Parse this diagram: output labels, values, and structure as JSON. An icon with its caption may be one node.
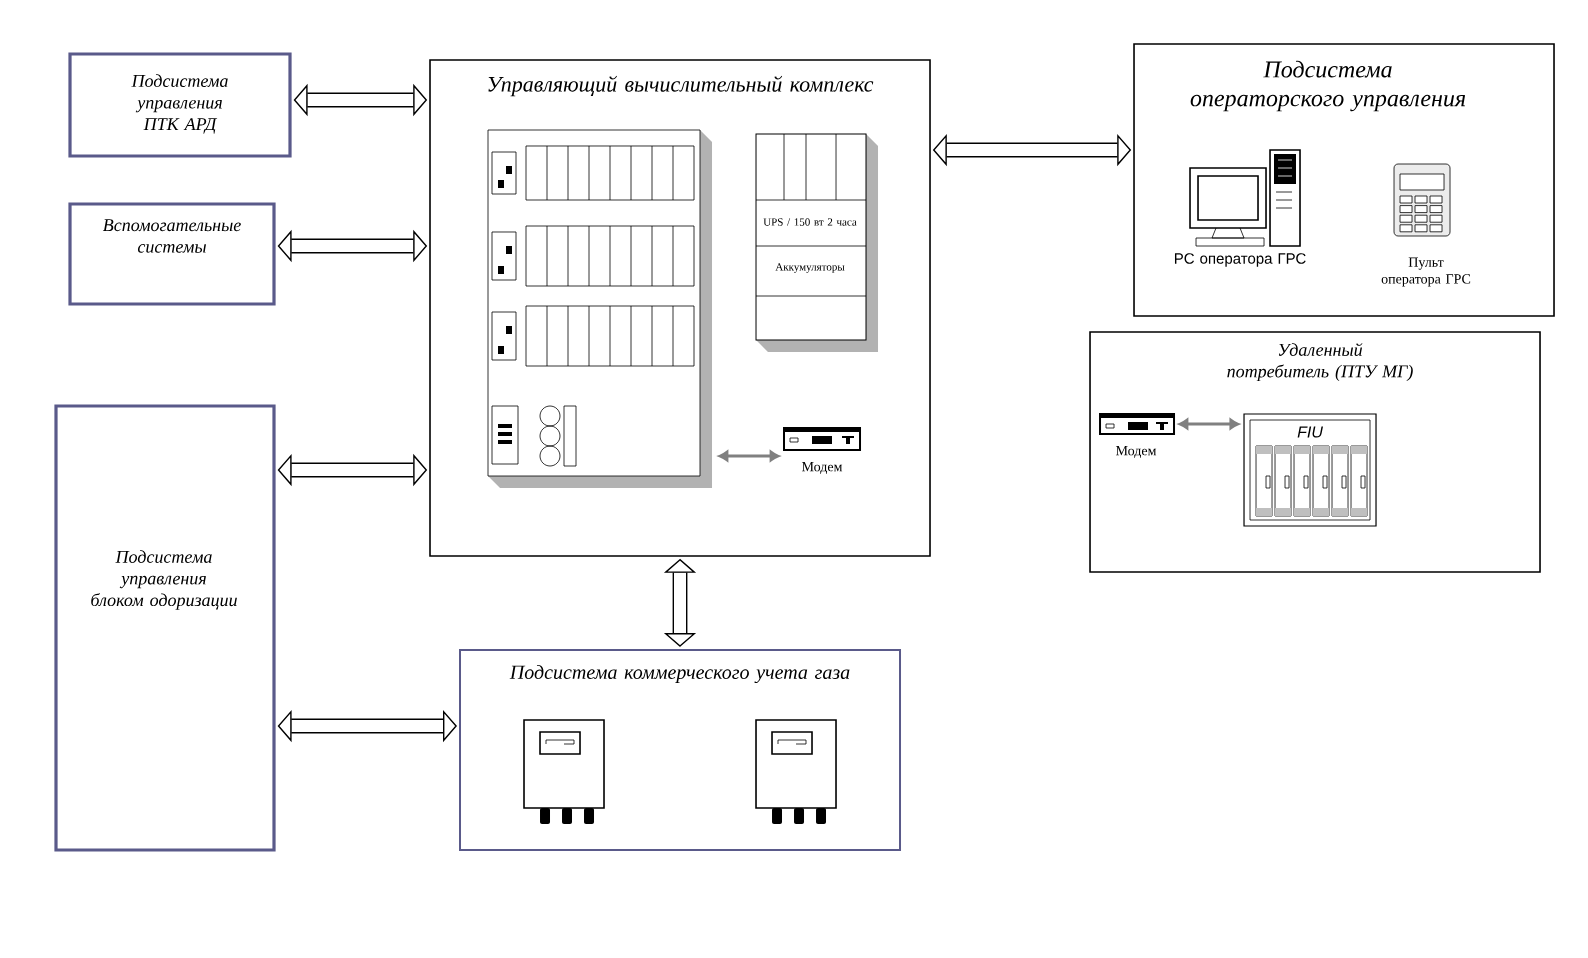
{
  "diagram": {
    "nodes": [
      {
        "text": [
          "Подсистема управления ПТК АРД"
        ]
      },
      {
        "text": [
          "Вспомогательные системы"
        ]
      },
      {
        "text": [
          "Подсистема управления блоком одоризации"
        ]
      },
      {
        "text": [
          "Управляющий вычислительный комплекс"
        ]
      },
      {
        "text": [
          "Подсистема операторского управления"
        ]
      },
      {
        "text": [
          "Удаленный потребитель (ПТУ МГ)"
        ]
      },
      {
        "text": [
          "Подсистема коммерческого учета газа"
        ]
      },
      {
        "text": [],
        "shape": "picture",
        "in": 3
      },
      {
        "text": [
          "UPS / 150 вт 2 часа",
          "Аккумуляторы"
        ],
        "in": 3
      },
      {
        "text": [],
        "shape": "picture",
        "in": 3,
        "beside": [
          "Модем"
        ]
      },
      {
        "text": [],
        "shape": "picture",
        "in": 4,
        "beside": [
          "PC оператора ГРС"
        ]
      },
      {
        "text": [],
        "shape": "picture",
        "in": 4,
        "beside": [
          "Пульт оператора ГРС"
        ]
      },
      {
        "text": [],
        "shape": "picture",
        "in": 5,
        "beside": [
          "Модем"
        ]
      },
      {
        "text": [
          "FIU"
        ],
        "in": 5
      },
      {
        "text": [],
        "shape": "picture",
        "in": 6
      },
      {
        "text": [],
        "shape": "picture",
        "in": 6
      }
    ],
    "edges": [
      {
        "from": 0,
        "to": 3,
        "arrow": "both"
      },
      {
        "from": 1,
        "to": 3,
        "arrow": "both"
      },
      {
        "from": 2,
        "to": 3,
        "arrow": "both"
      },
      {
        "from": 2,
        "to": 6,
        "arrow": "both"
      },
      {
        "from": 3,
        "to": 4,
        "arrow": "both"
      },
      {
        "from": 3,
        "to": 6,
        "arrow": "both"
      },
      {
        "from": 7,
        "to": 9,
        "arrow": "both",
        "color": "#808080"
      },
      {
        "from": 12,
        "to": 13,
        "arrow": "both",
        "color": "#808080"
      }
    ]
  }
}
